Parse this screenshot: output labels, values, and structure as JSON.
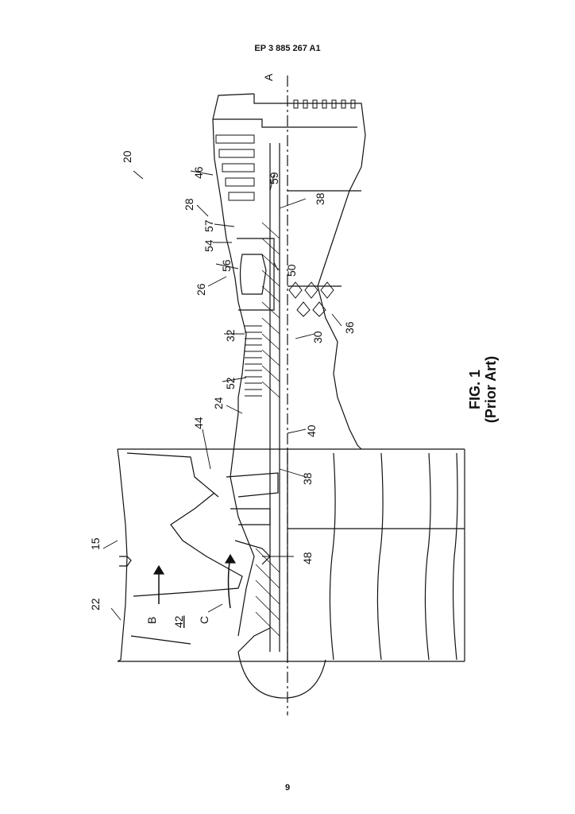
{
  "header": {
    "publication_number": "EP 3 885 267 A1"
  },
  "page": {
    "number": "9"
  },
  "figure": {
    "caption_line1": "FIG. 1",
    "caption_line2": "(Prior Art)",
    "axis_label": "A",
    "labels": {
      "l20": "20",
      "l22": "22",
      "l15": "15",
      "l24": "24",
      "l26": "26",
      "l28": "28",
      "l30": "30",
      "l32": "32",
      "l36": "36",
      "l38a": "38",
      "l38b": "38",
      "l40": "40",
      "l42": "42",
      "l44": "44",
      "l46": "46",
      "l48": "48",
      "l50": "50",
      "l52": "52",
      "l54": "54",
      "l56": "56",
      "l57": "57",
      "l59": "59",
      "lB": "B",
      "lC": "C"
    }
  }
}
